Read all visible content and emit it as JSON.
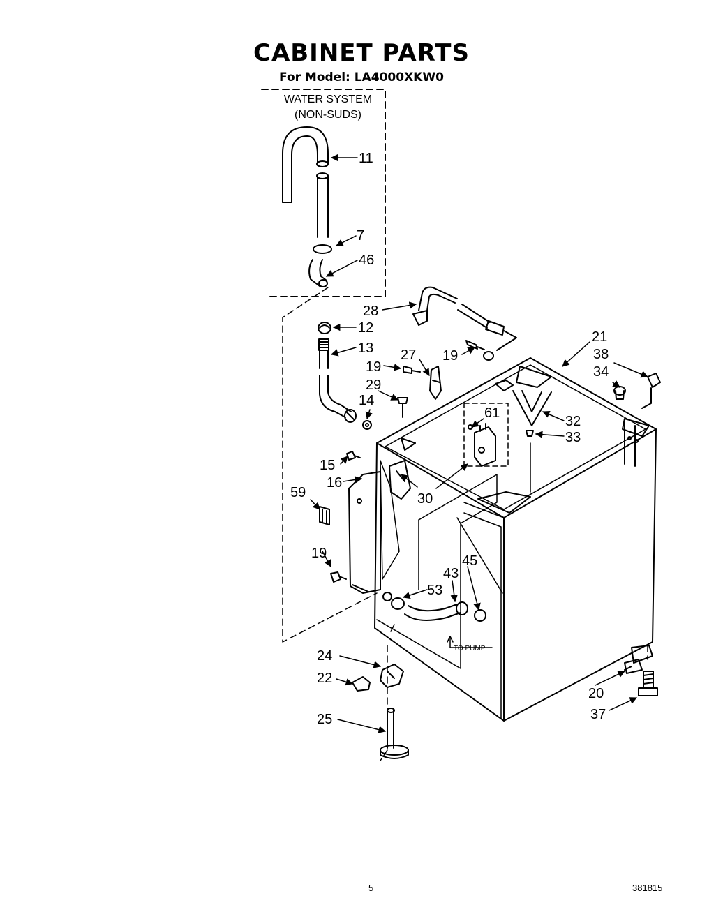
{
  "header": {
    "title": "CABINET PARTS",
    "model": "For Model: LA4000XKW0"
  },
  "inset": {
    "line1": "WATER SYSTEM",
    "line2": "(NON-SUDS)"
  },
  "annotations": {
    "to_pump": "TO PUMP"
  },
  "callouts": {
    "c11": "11",
    "c7": "7",
    "c46": "46",
    "c28": "28",
    "c12": "12",
    "c13": "13",
    "c27": "27",
    "c19a": "19",
    "c19b": "19",
    "c29": "29",
    "c14": "14",
    "c21": "21",
    "c38": "38",
    "c34": "34",
    "c61": "61",
    "c32": "32",
    "c33": "33",
    "c15": "15",
    "c16": "16",
    "c30": "30",
    "c59": "59",
    "c19c": "19",
    "c45": "45",
    "c43": "43",
    "c53": "53",
    "c24": "24",
    "c22": "22",
    "c20": "20",
    "c37": "37",
    "c25": "25"
  },
  "footer": {
    "page": "5",
    "doc_number": "381815"
  }
}
